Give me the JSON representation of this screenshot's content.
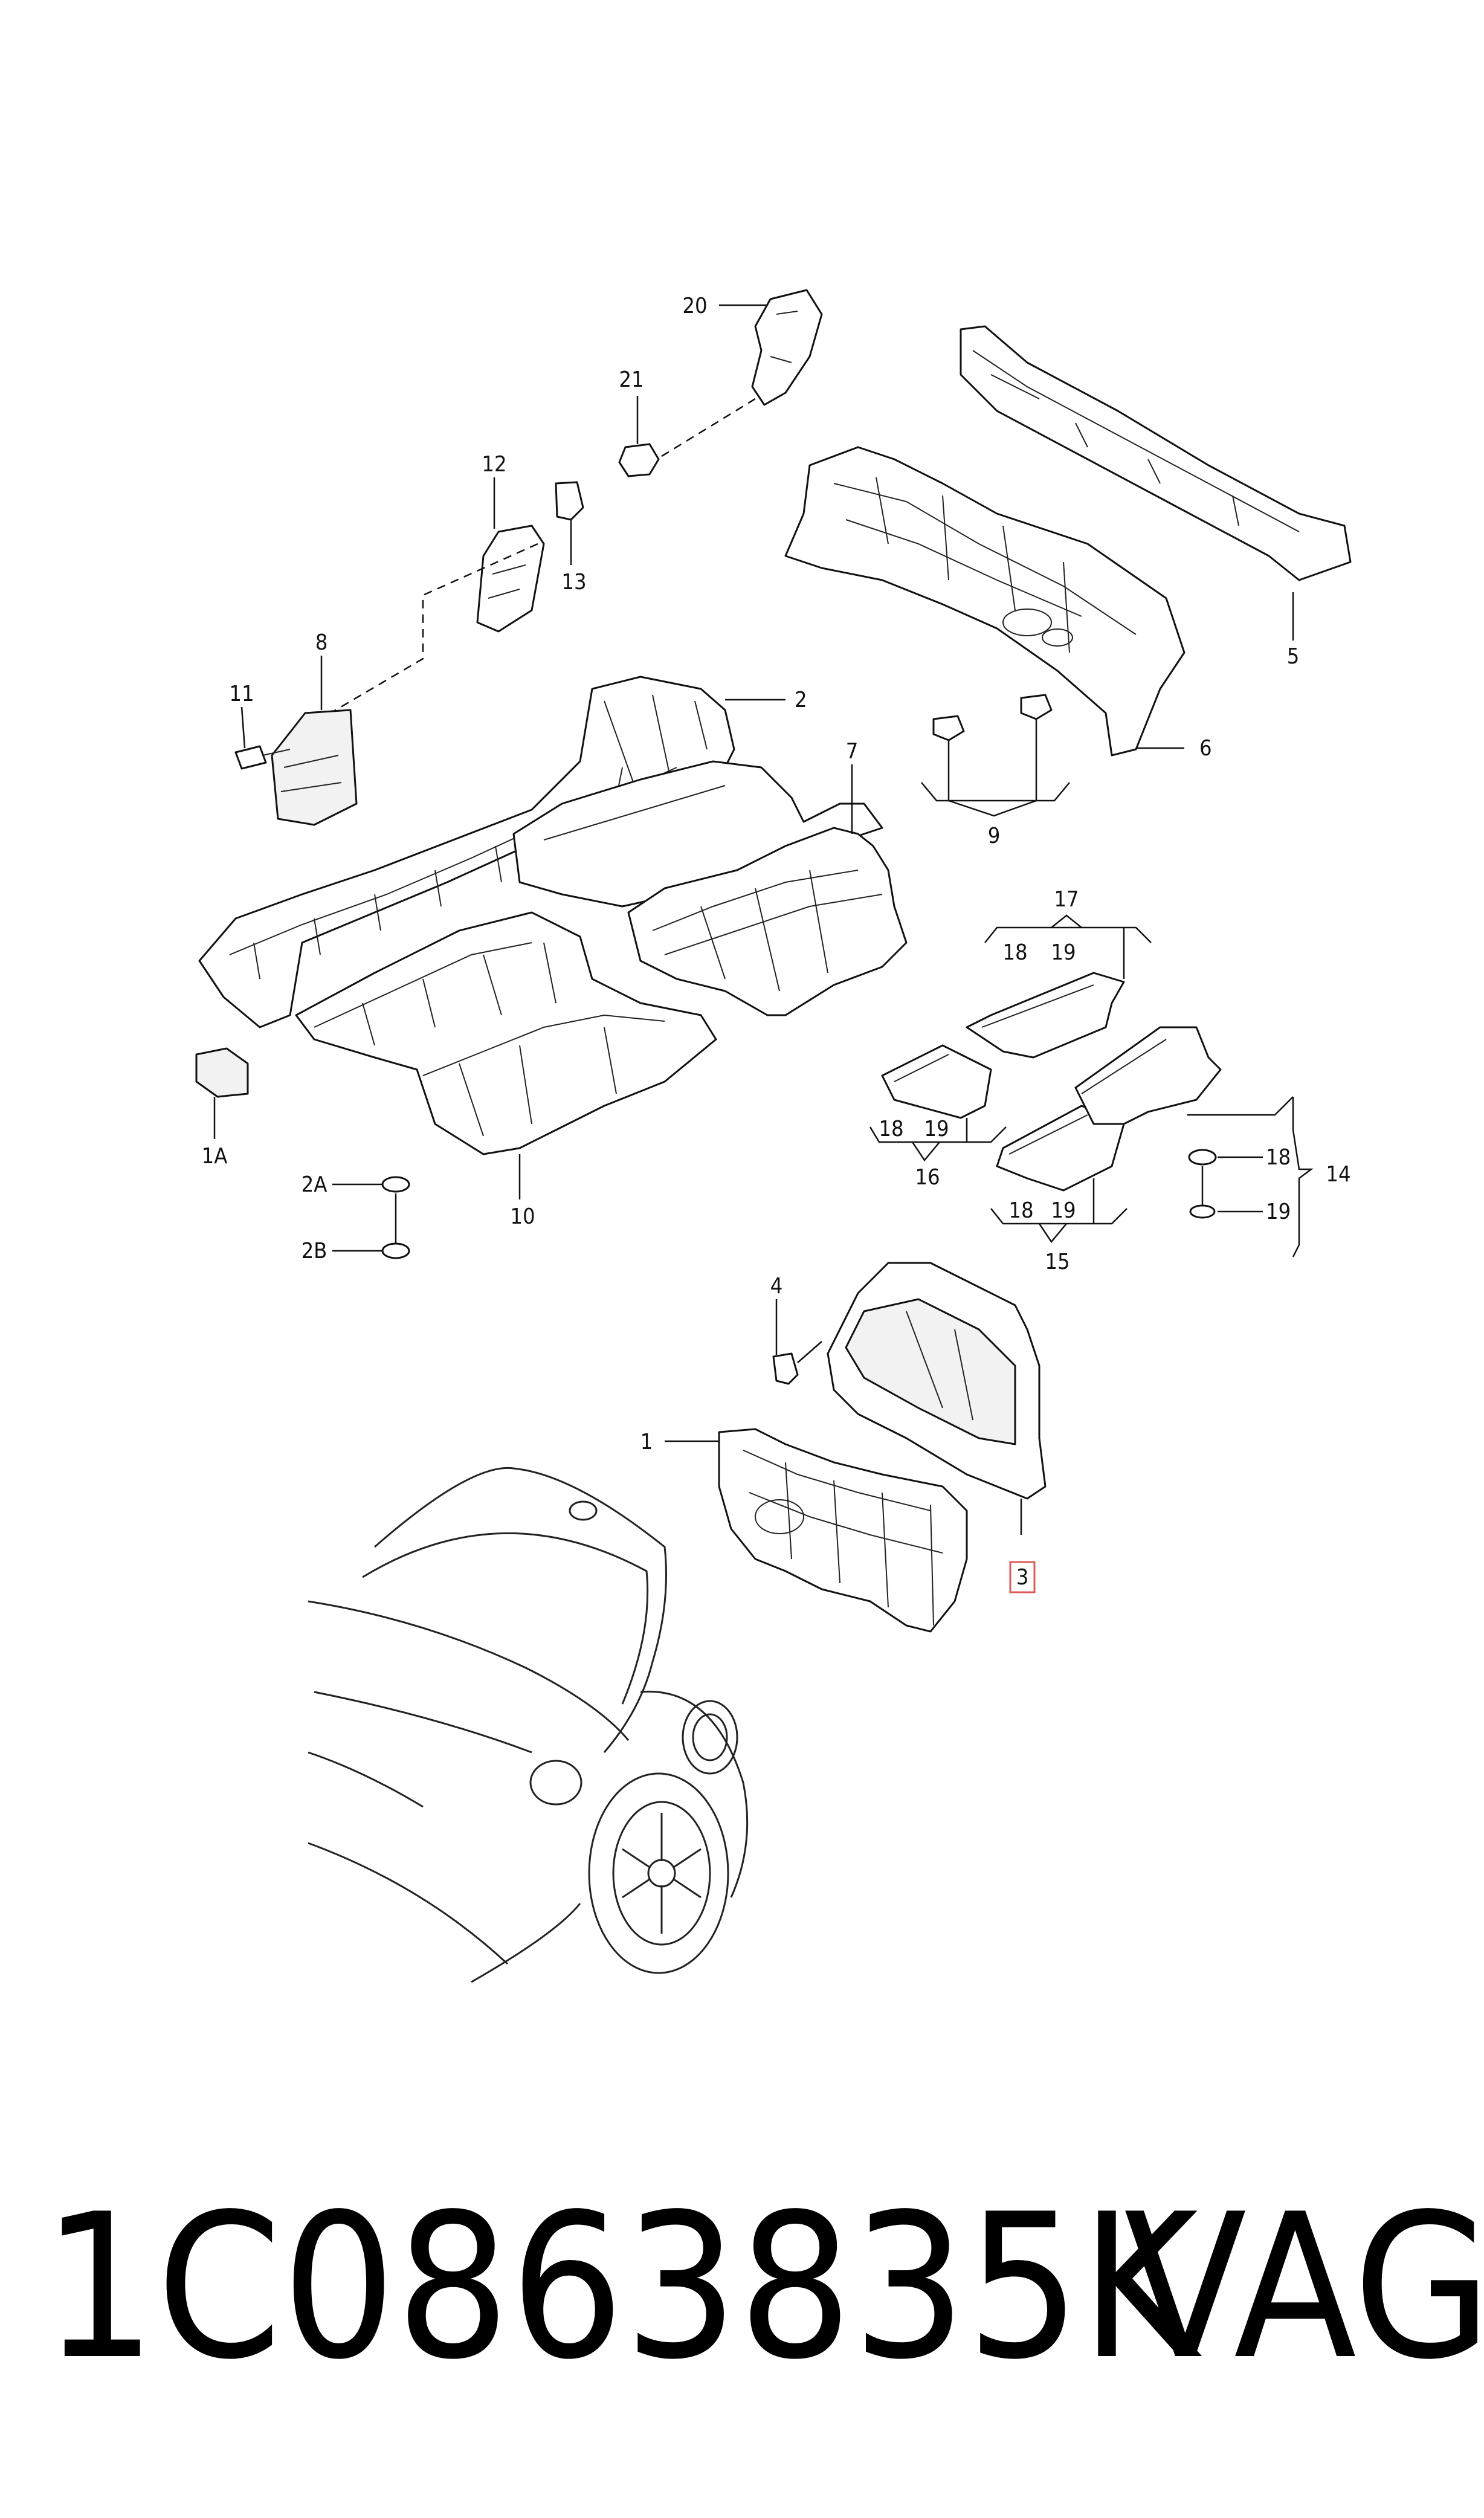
{
  "callouts": {
    "c1": "1",
    "c1A": "1A",
    "c2": "2",
    "c2A": "2A",
    "c2B": "2B",
    "c3": "3",
    "c4": "4",
    "c5": "5",
    "c6": "6",
    "c7": "7",
    "c8": "8",
    "c9": "9",
    "c10": "10",
    "c11": "11",
    "c12": "12",
    "c13": "13",
    "c14": "14",
    "c15": "15",
    "c16": "16",
    "c17": "17",
    "c18": "18",
    "c19": "19",
    "c20": "20",
    "c21": "21"
  },
  "footer": {
    "part_number": "1C0863835K",
    "brand": "VAG"
  },
  "colors": {
    "line": "#111111",
    "highlight": "#e05a5a",
    "background": "#ffffff"
  }
}
